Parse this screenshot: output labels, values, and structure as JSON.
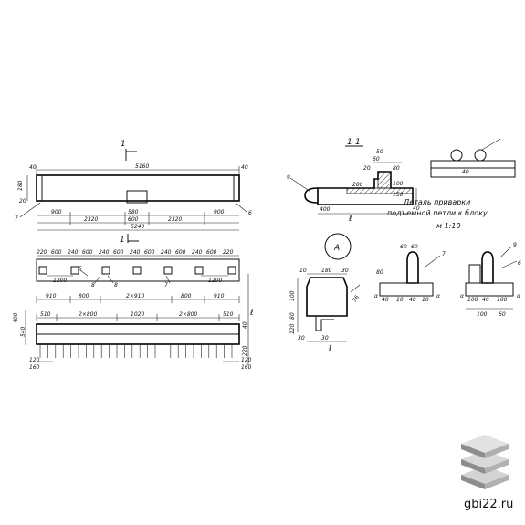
{
  "section_marks": {
    "top_mark": "1",
    "bottom_mark": "1",
    "section_title": "1-1"
  },
  "elevation_top": {
    "left_end": "40",
    "right_end": "40",
    "total": "5160",
    "h_left": "180",
    "h_left2": "20",
    "leader_left": "7",
    "leader_right": "6",
    "left_short": "900",
    "left_span": "2320",
    "mid_small": "580",
    "mid_big": "600",
    "right_span": "2320",
    "right_short": "900",
    "overall": "5240"
  },
  "plan": {
    "top_row": [
      "220",
      "600",
      "240",
      "600",
      "240",
      "600",
      "240",
      "600",
      "240",
      "600",
      "240",
      "600",
      "220"
    ],
    "left_1200": "1200",
    "right_1200": "1200",
    "leader_8a": "8",
    "leader_8b": "8",
    "leader_7": "7",
    "leader_5": "5",
    "row2": [
      "910",
      "800",
      "2×910",
      "800",
      "910"
    ],
    "row3": [
      "510",
      "2×800",
      "1020",
      "2×800",
      "510"
    ],
    "left_vertical": "540",
    "left_vertical2": "400",
    "h_right_1": "40",
    "h_right_2": "220",
    "ell": "ℓ",
    "bottom_left_1": "120",
    "bottom_left_2": "160",
    "bottom_right_1": "120",
    "bottom_right_2": "160"
  },
  "section": {
    "leader_9": "9",
    "d1": "50",
    "d2": "20",
    "d3": "60",
    "d4": "80",
    "d5": "280",
    "d6": "100",
    "d7": "150",
    "d8": "400",
    "ell": "ℓ",
    "r_mark": "40"
  },
  "weld_detail": {
    "line1": "Деталь приварки",
    "line2": "подъемной петли к блоку",
    "line3": "м 1:10",
    "dim_40": "40",
    "dims": [
      "60",
      "60",
      "80",
      "40",
      "10",
      "40",
      "10"
    ],
    "leader_7": "7",
    "leader_9": "9",
    "leader_6": "6",
    "bottom": [
      "100",
      "40",
      "100",
      "60"
    ],
    "alpha": "α"
  },
  "detail_a": {
    "label": "А",
    "top": [
      "10",
      "180",
      "30"
    ],
    "side": [
      "100",
      "80",
      "120",
      "76"
    ],
    "bottom": [
      "30",
      "30"
    ],
    "ell": "ℓ"
  },
  "watermark": {
    "site": "gbi22.ru"
  },
  "colors": {
    "ink": "#111111",
    "paper": "#ffffff",
    "logo_light": "#d4d4d4",
    "logo_dark": "#8d8d8d"
  }
}
